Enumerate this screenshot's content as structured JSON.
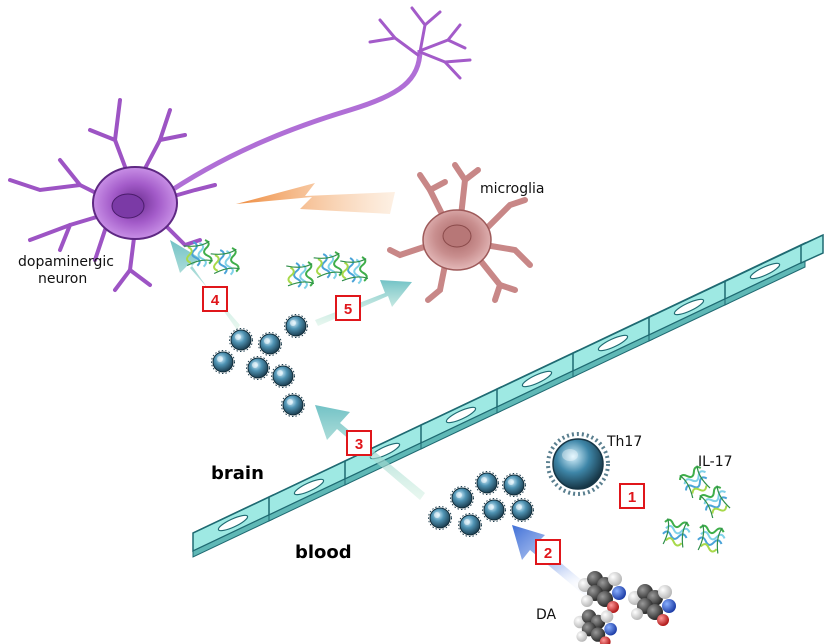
{
  "labels": {
    "neuron": [
      "dopaminergic",
      "neuron"
    ],
    "microglia": "microglia",
    "th17": "Th17",
    "il17": "IL-17",
    "brain": "brain",
    "blood": "blood",
    "da": "DA"
  },
  "steps": [
    "1",
    "2",
    "3",
    "4",
    "5"
  ],
  "colors": {
    "neuron": "#a35bc9",
    "microglia": "#c98f8f",
    "barrier_cells": "#8fe3df",
    "barrier_outline": "#1f6a72",
    "arrow_teal": "#7fc9c8",
    "lightning": "#f0a060",
    "step_box": "#e0161b",
    "cell_core": "#2f6a86"
  },
  "icons": [
    "neuron-icon",
    "microglia-icon",
    "th17-cell-icon",
    "il17-protein-icon",
    "dopamine-molecule-icon",
    "lightning-bolt-icon",
    "blood-brain-barrier-icon"
  ]
}
